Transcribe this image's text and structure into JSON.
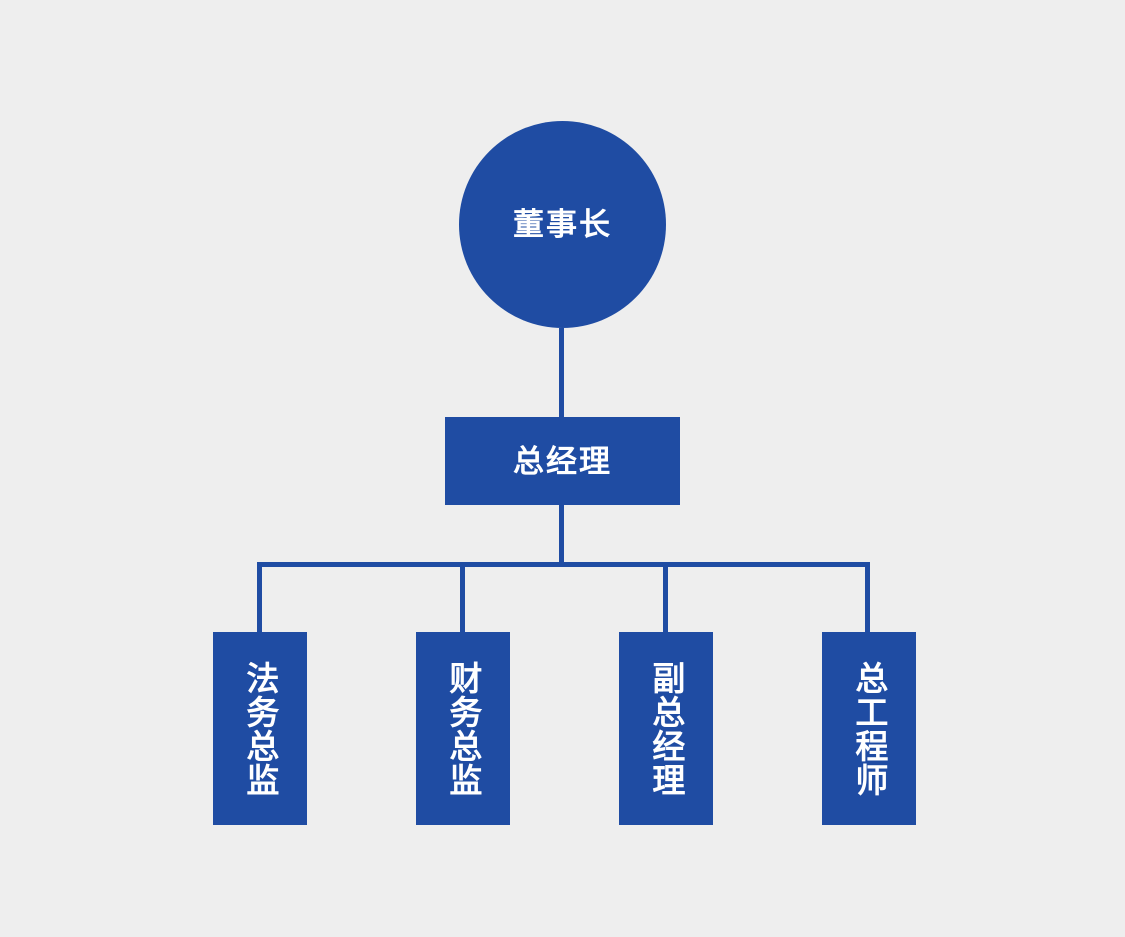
{
  "chart": {
    "type": "org-chart",
    "title": "",
    "background_color": "#eeeeee",
    "node_color": "#1f4ca3",
    "text_color": "#ffffff",
    "connector_color": "#1f4ca3",
    "levels": [
      {
        "level": 1,
        "shape": "circle",
        "nodes": [
          {
            "id": "chairman",
            "label": "董事长"
          }
        ]
      },
      {
        "level": 2,
        "shape": "rectangle",
        "nodes": [
          {
            "id": "general-manager",
            "label": "总经理"
          }
        ]
      },
      {
        "level": 3,
        "shape": "vertical-rectangle",
        "nodes": [
          {
            "id": "legal-director",
            "label": "法务总监"
          },
          {
            "id": "finance-director",
            "label": "财务总监"
          },
          {
            "id": "deputy-general-manager",
            "label": "副总经理"
          },
          {
            "id": "chief-engineer",
            "label": "总工程师"
          }
        ]
      }
    ],
    "edges": [
      {
        "from": "chairman",
        "to": "general-manager"
      },
      {
        "from": "general-manager",
        "to": "legal-director"
      },
      {
        "from": "general-manager",
        "to": "finance-director"
      },
      {
        "from": "general-manager",
        "to": "deputy-general-manager"
      },
      {
        "from": "general-manager",
        "to": "chief-engineer"
      }
    ]
  }
}
